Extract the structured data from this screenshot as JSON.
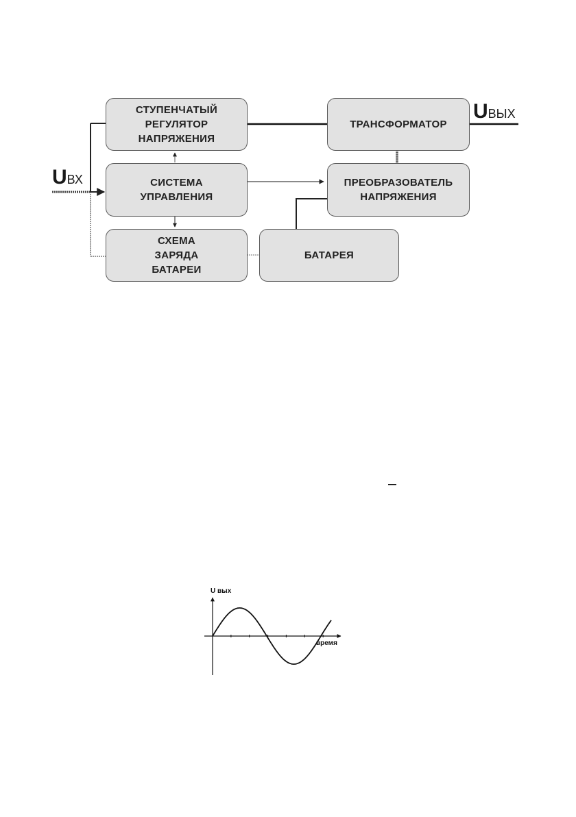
{
  "diagram": {
    "blocks": {
      "stepped_regulator": "СТУПЕНЧАТЫЙ\nРЕГУЛЯТОР\nНАПРЯЖЕНИЯ",
      "transformer": "ТРАНСФОРМАТОР",
      "control_system": "СИСТЕМА\nУПРАВЛЕНИЯ",
      "voltage_converter": "ПРЕОБРАЗОВАТЕЛЬ\nНАПРЯЖЕНИЯ",
      "charging_circuit": "СХЕМА\nЗАРЯДА\nБАТАРЕИ",
      "battery": "БАТАРЕЯ"
    },
    "input_label": {
      "symbol": "U",
      "subscript": "ВХ"
    },
    "output_label": {
      "symbol": "U",
      "subscript": "ВЫХ"
    }
  },
  "waveform": {
    "y_label": "U вых",
    "x_label": "время",
    "shape": "sine",
    "periods_shown": 1.1
  }
}
